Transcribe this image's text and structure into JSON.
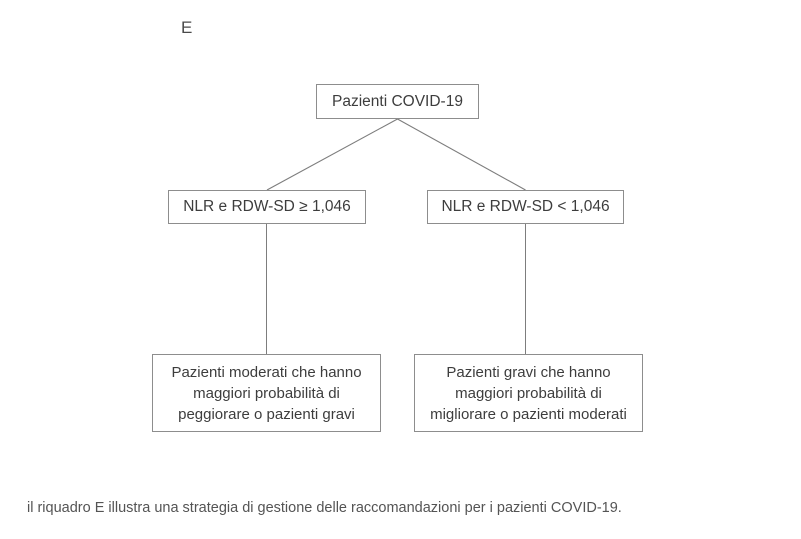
{
  "figure": {
    "panel_letter": "E",
    "caption": "il riquadro E illustra una strategia di gestione delle raccomandazioni per i pazienti COVID-19.",
    "colors": {
      "box_border": "#8d8d8d",
      "box_fill": "#ffffff",
      "connector_line": "#7d7d7d",
      "text": "#3d3d3d",
      "caption_text": "#545454",
      "panel_letter_text": "#4a4a4a",
      "background": "#ffffff"
    },
    "nodes": {
      "root": "Pazienti COVID-19",
      "branch_high": "NLR e RDW-SD ≥ 1,046",
      "branch_low": "NLR e RDW-SD < 1,046",
      "outcome_left": "Pazienti moderati che hanno\nmaggiori probabilità di\npeggiorare o pazienti gravi",
      "outcome_right": "Pazienti gravi che hanno\nmaggiori probabilità di\nmigliorare o pazienti moderati"
    },
    "edges": [
      {
        "from": "root",
        "to": "branch_high",
        "style": "diagonal"
      },
      {
        "from": "root",
        "to": "branch_low",
        "style": "diagonal"
      },
      {
        "from": "branch_high",
        "to": "outcome_left",
        "style": "vertical"
      },
      {
        "from": "branch_low",
        "to": "outcome_right",
        "style": "vertical"
      }
    ]
  }
}
